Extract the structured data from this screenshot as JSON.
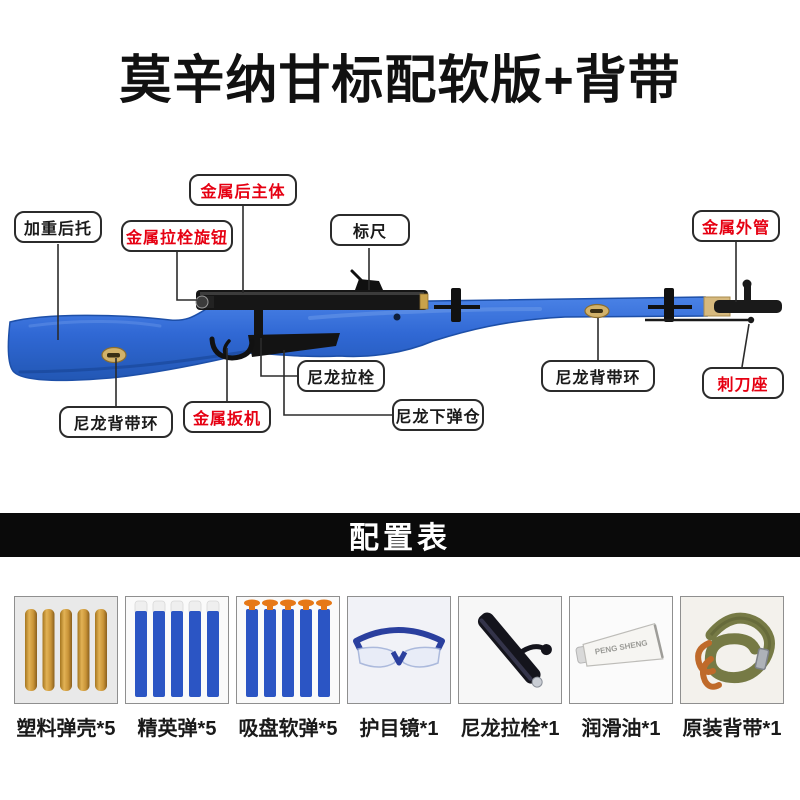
{
  "title": "莫辛纳甘标配软版+背带",
  "section_banner": "配置表",
  "colors": {
    "label_red": "#e60012",
    "label_black": "#1a1a1a",
    "rifle_blue": "#3068d4",
    "rifle_blue_dark": "#1d4fa8",
    "brass": "#d2b26a",
    "banner_bg": "#0a0a0a"
  },
  "diagram": {
    "labels": [
      {
        "id": "weighted-buttstock",
        "text": "加重后托",
        "color": "label_black"
      },
      {
        "id": "metal-rear-body",
        "text": "金属后主体",
        "color": "label_red"
      },
      {
        "id": "metal-bolt-knob",
        "text": "金属拉栓旋钮",
        "color": "label_red"
      },
      {
        "id": "rear-sight",
        "text": "标尺",
        "color": "label_black"
      },
      {
        "id": "metal-outer-tube",
        "text": "金属外管",
        "color": "label_red"
      },
      {
        "id": "nylon-bolt",
        "text": "尼龙拉栓",
        "color": "label_black"
      },
      {
        "id": "nylon-lower-magazine",
        "text": "尼龙下弹仓",
        "color": "label_black"
      },
      {
        "id": "metal-trigger",
        "text": "金属扳机",
        "color": "label_red"
      },
      {
        "id": "nylon-sling-ring-left",
        "text": "尼龙背带环",
        "color": "label_black"
      },
      {
        "id": "nylon-sling-ring-right",
        "text": "尼龙背带环",
        "color": "label_black"
      },
      {
        "id": "bayonet-mount",
        "text": "刺刀座",
        "color": "label_red"
      }
    ]
  },
  "products": [
    {
      "name": "塑料弹壳*5"
    },
    {
      "name": "精英弹*5"
    },
    {
      "name": "吸盘软弹*5"
    },
    {
      "name": "护目镜*1"
    },
    {
      "name": "尼龙拉栓*1"
    },
    {
      "name": "润滑油*1",
      "brand_text": "PENG SHENG"
    },
    {
      "name": "原装背带*1"
    }
  ]
}
